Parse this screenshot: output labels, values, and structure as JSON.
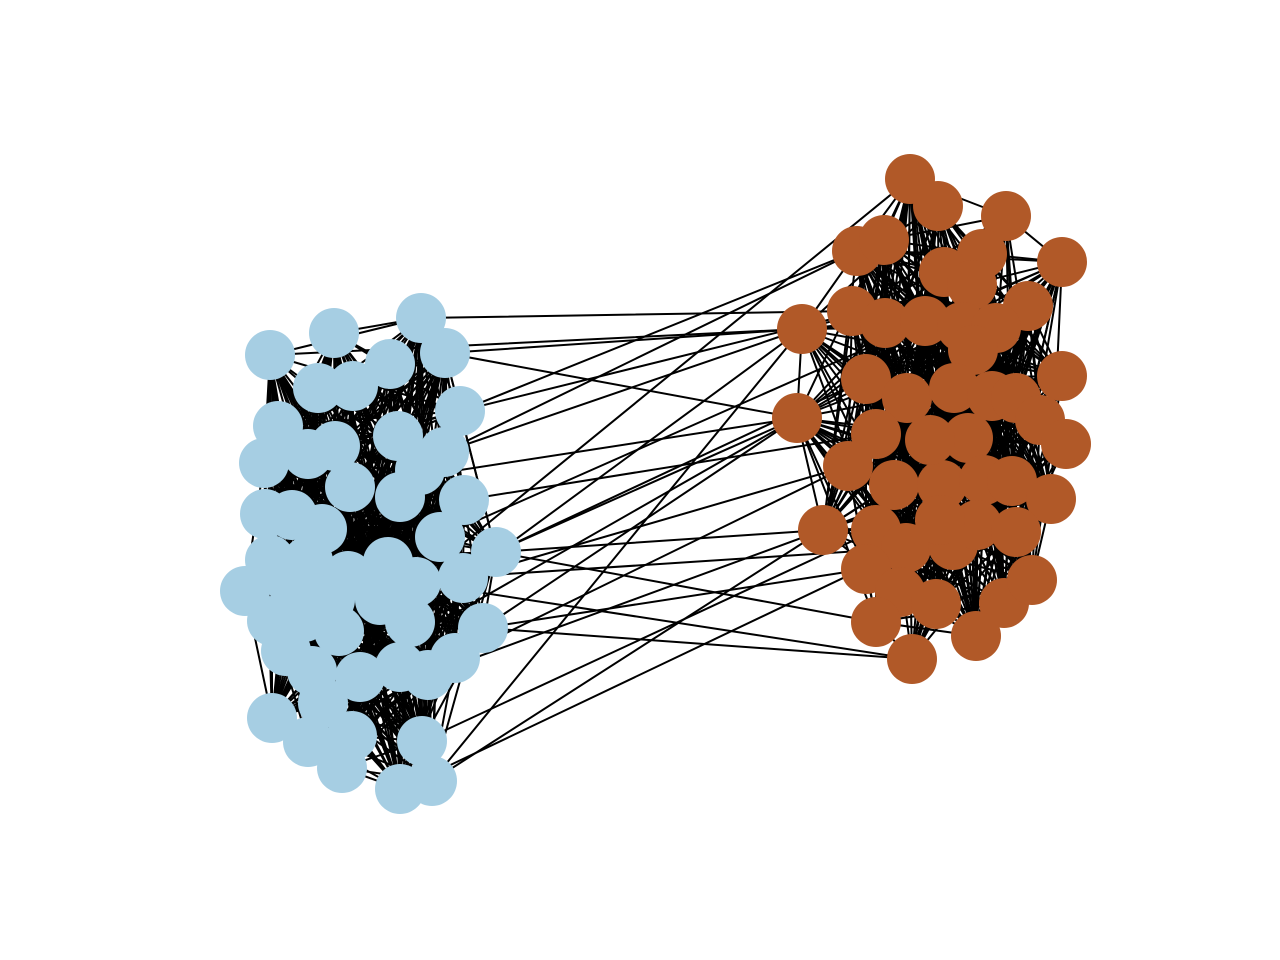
{
  "diagram": {
    "type": "network-graph",
    "title": "",
    "communities": [
      {
        "id": "A",
        "color": "#a6cee3",
        "node_count": 52
      },
      {
        "id": "B",
        "color": "#b15928",
        "node_count": 50
      }
    ],
    "edge_color": "#000000",
    "background": "#ffffff"
  }
}
